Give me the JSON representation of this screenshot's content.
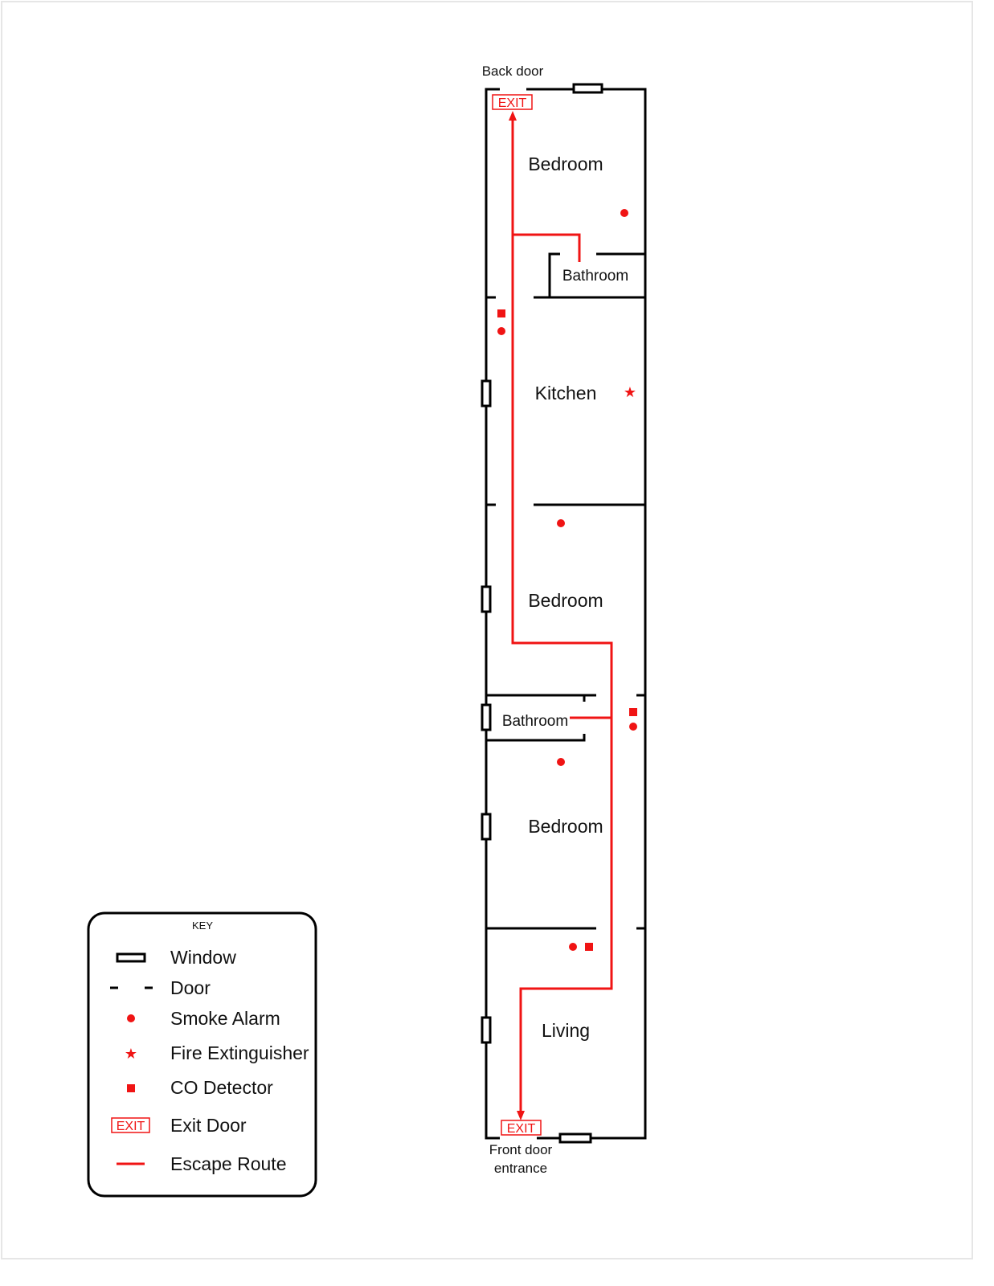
{
  "colors": {
    "route": "#f01414",
    "wall": "#000000",
    "frame": "#e6e6e6"
  },
  "labels": {
    "back_door": "Back door",
    "front_door_line1": "Front door",
    "front_door_line2": "entrance",
    "exit": "EXIT"
  },
  "rooms": [
    {
      "name": "Bedroom"
    },
    {
      "name": "Bathroom"
    },
    {
      "name": "Kitchen"
    },
    {
      "name": "Bedroom"
    },
    {
      "name": "Bathroom"
    },
    {
      "name": "Bedroom"
    },
    {
      "name": "Living"
    }
  ],
  "key": {
    "title": "KEY",
    "items": [
      {
        "icon": "window-icon",
        "label": "Window"
      },
      {
        "icon": "door-icon",
        "label": "Door"
      },
      {
        "icon": "smoke-alarm-icon",
        "label": "Smoke Alarm"
      },
      {
        "icon": "fire-extinguisher-icon",
        "label": "Fire Extinguisher"
      },
      {
        "icon": "co-detector-icon",
        "label": "CO Detector"
      },
      {
        "icon": "exit-door-icon",
        "label": "Exit Door",
        "glyph": "EXIT"
      },
      {
        "icon": "escape-route-icon",
        "label": "Escape Route"
      }
    ]
  }
}
